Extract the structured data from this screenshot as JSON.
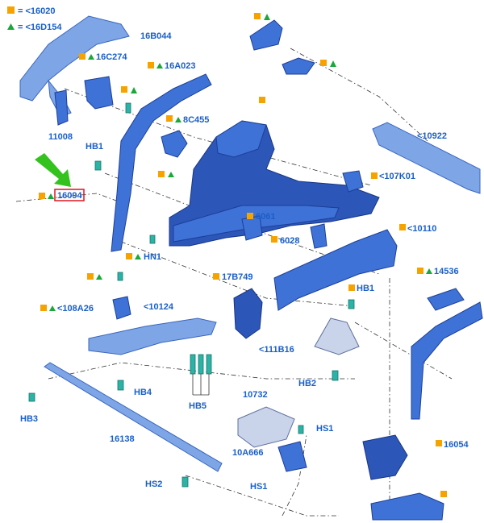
{
  "legend": {
    "square_color": "#f6a300",
    "triangle_color": "#1aa83a",
    "square_text": "= <16020",
    "triangle_text": "= <16D154"
  },
  "colors": {
    "label": "#1a5fc8",
    "highlight_box": "#e0141e",
    "arrow": "#34c21f"
  },
  "labels": {
    "l16B044": "16B044",
    "l16C274": "16C274",
    "l16A023": "16A023",
    "l11008": "11008",
    "lHB1a": "HB1",
    "l16094": "16094",
    "l8C455": "8C455",
    "l10922": "<10922",
    "l107K01": "<107K01",
    "l6061": "6061",
    "l10110": "<10110",
    "l6028": "6028",
    "lHN1": "HN1",
    "l17B749": "17B749",
    "l14536": "14536",
    "lHB1b": "HB1",
    "l108A26": "<108A26",
    "l10124": "<10124",
    "l111B16": "<111B16",
    "lHB4": "HB4",
    "lHB2": "HB2",
    "lHB3": "HB3",
    "lHB5": "HB5",
    "l16138": "16138",
    "l10732": "10732",
    "lHS1a": "HS1",
    "l10A666": "10A666",
    "lHS1b": "HS1",
    "l16054": "16054",
    "lHS2": "HS2"
  }
}
